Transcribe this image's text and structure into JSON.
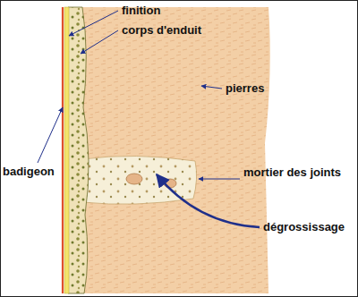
{
  "diagram": {
    "labels": [
      "finition",
      "corps d'enduit",
      "pierres",
      "badigeon",
      "mortier des joints",
      "dégrossissage"
    ]
  }
}
